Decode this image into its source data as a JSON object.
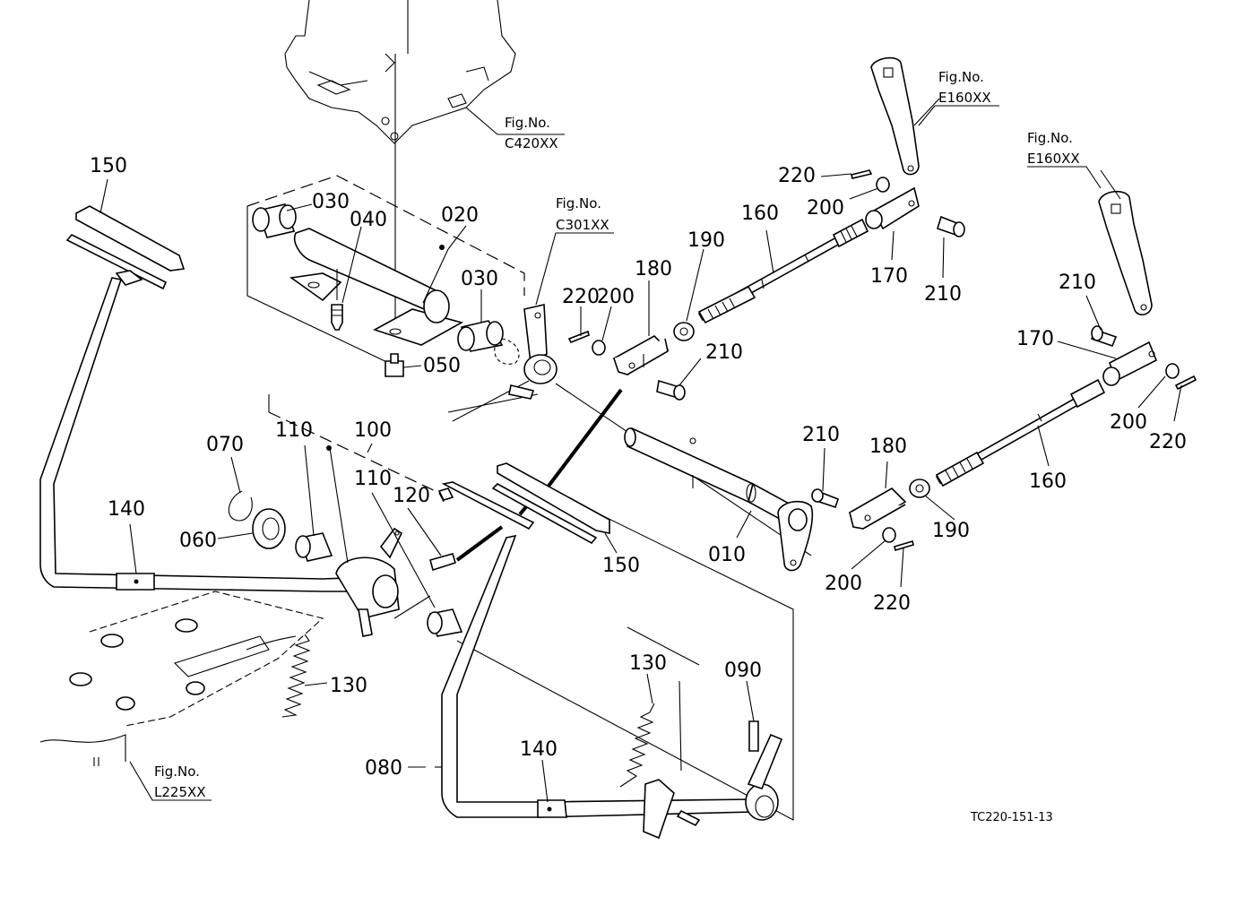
{
  "diagram": {
    "type": "exploded-parts-diagram",
    "drawing_code": "TC220-151-13",
    "figure_refs": [
      {
        "id": "fig-c420",
        "caption": "Fig.No.",
        "code": "C420XX"
      },
      {
        "id": "fig-c301",
        "caption": "Fig.No.",
        "code": "C301XX"
      },
      {
        "id": "fig-e160-a",
        "caption": "Fig.No.",
        "code": "E160XX"
      },
      {
        "id": "fig-e160-b",
        "caption": "Fig.No.",
        "code": "E160XX"
      },
      {
        "id": "fig-l225",
        "caption": "Fig.No.",
        "code": "L225XX"
      }
    ],
    "callouts": [
      {
        "id": "c150a",
        "number": "150"
      },
      {
        "id": "c030a",
        "number": "030"
      },
      {
        "id": "c040",
        "number": "040"
      },
      {
        "id": "c020",
        "number": "020"
      },
      {
        "id": "c030b",
        "number": "030"
      },
      {
        "id": "c050",
        "number": "050"
      },
      {
        "id": "c220a",
        "number": "220"
      },
      {
        "id": "c200a",
        "number": "200"
      },
      {
        "id": "c180a",
        "number": "180"
      },
      {
        "id": "c190a",
        "number": "190"
      },
      {
        "id": "c210a",
        "number": "210"
      },
      {
        "id": "c160a",
        "number": "160"
      },
      {
        "id": "c220b",
        "number": "220"
      },
      {
        "id": "c200b",
        "number": "200"
      },
      {
        "id": "c170a",
        "number": "170"
      },
      {
        "id": "c210b",
        "number": "210"
      },
      {
        "id": "c210c",
        "number": "210"
      },
      {
        "id": "c170b",
        "number": "170"
      },
      {
        "id": "c200c",
        "number": "200"
      },
      {
        "id": "c220c",
        "number": "220"
      },
      {
        "id": "c160b",
        "number": "160"
      },
      {
        "id": "c210d",
        "number": "210"
      },
      {
        "id": "c180b",
        "number": "180"
      },
      {
        "id": "c190b",
        "number": "190"
      },
      {
        "id": "c200d",
        "number": "200"
      },
      {
        "id": "c220d",
        "number": "220"
      },
      {
        "id": "c010",
        "number": "010"
      },
      {
        "id": "c150b",
        "number": "150"
      },
      {
        "id": "c070",
        "number": "070"
      },
      {
        "id": "c110a",
        "number": "110"
      },
      {
        "id": "c100",
        "number": "100"
      },
      {
        "id": "c110b",
        "number": "110"
      },
      {
        "id": "c120",
        "number": "120"
      },
      {
        "id": "c060",
        "number": "060"
      },
      {
        "id": "c140a",
        "number": "140"
      },
      {
        "id": "c130a",
        "number": "130"
      },
      {
        "id": "c130b",
        "number": "130"
      },
      {
        "id": "c090",
        "number": "090"
      },
      {
        "id": "c140b",
        "number": "140"
      },
      {
        "id": "c080",
        "number": "080"
      }
    ]
  }
}
